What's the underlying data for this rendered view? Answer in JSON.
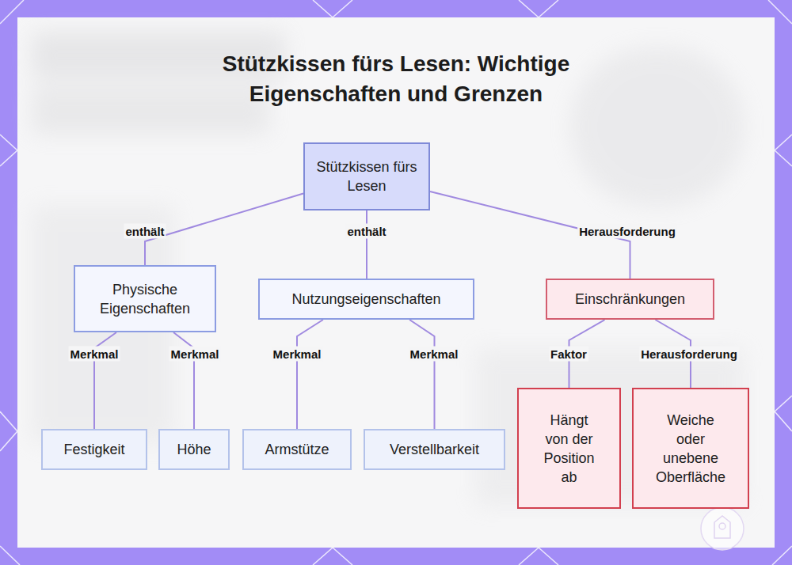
{
  "diagram": {
    "title": "Stützkissen fürs Lesen: Wichtige Eigenschaften und Grenzen",
    "nodes": [
      {
        "text": [
          "Stützkissen fürs Lesen"
        ]
      },
      {
        "text": [
          "Physische Eigenschaften"
        ]
      },
      {
        "text": [
          "Nutzungseigenschaften"
        ]
      },
      {
        "text": [
          "Einschränkungen"
        ]
      },
      {
        "text": [
          "Festigkeit"
        ]
      },
      {
        "text": [
          "Höhe"
        ]
      },
      {
        "text": [
          "Armstütze"
        ]
      },
      {
        "text": [
          "Verstellbarkeit"
        ]
      },
      {
        "text": [
          "Hängt von der Position ab"
        ]
      },
      {
        "text": [
          "Weiche oder unebene Oberfläche"
        ]
      }
    ],
    "edges": [
      {
        "from": 0,
        "to": 1,
        "label": "enthält",
        "arrow": "none"
      },
      {
        "from": 0,
        "to": 2,
        "label": "enthält",
        "arrow": "none"
      },
      {
        "from": 0,
        "to": 3,
        "label": "Herausforderung",
        "arrow": "none"
      },
      {
        "from": 1,
        "to": 4,
        "label": "Merkmal",
        "arrow": "none"
      },
      {
        "from": 1,
        "to": 5,
        "label": "Merkmal",
        "arrow": "none"
      },
      {
        "from": 2,
        "to": 6,
        "label": "Merkmal",
        "arrow": "none"
      },
      {
        "from": 2,
        "to": 7,
        "label": "Merkmal",
        "arrow": "none"
      },
      {
        "from": 3,
        "to": 8,
        "label": "Faktor",
        "arrow": "none"
      },
      {
        "from": 3,
        "to": 9,
        "label": "Herausforderung",
        "arrow": "none"
      }
    ]
  }
}
